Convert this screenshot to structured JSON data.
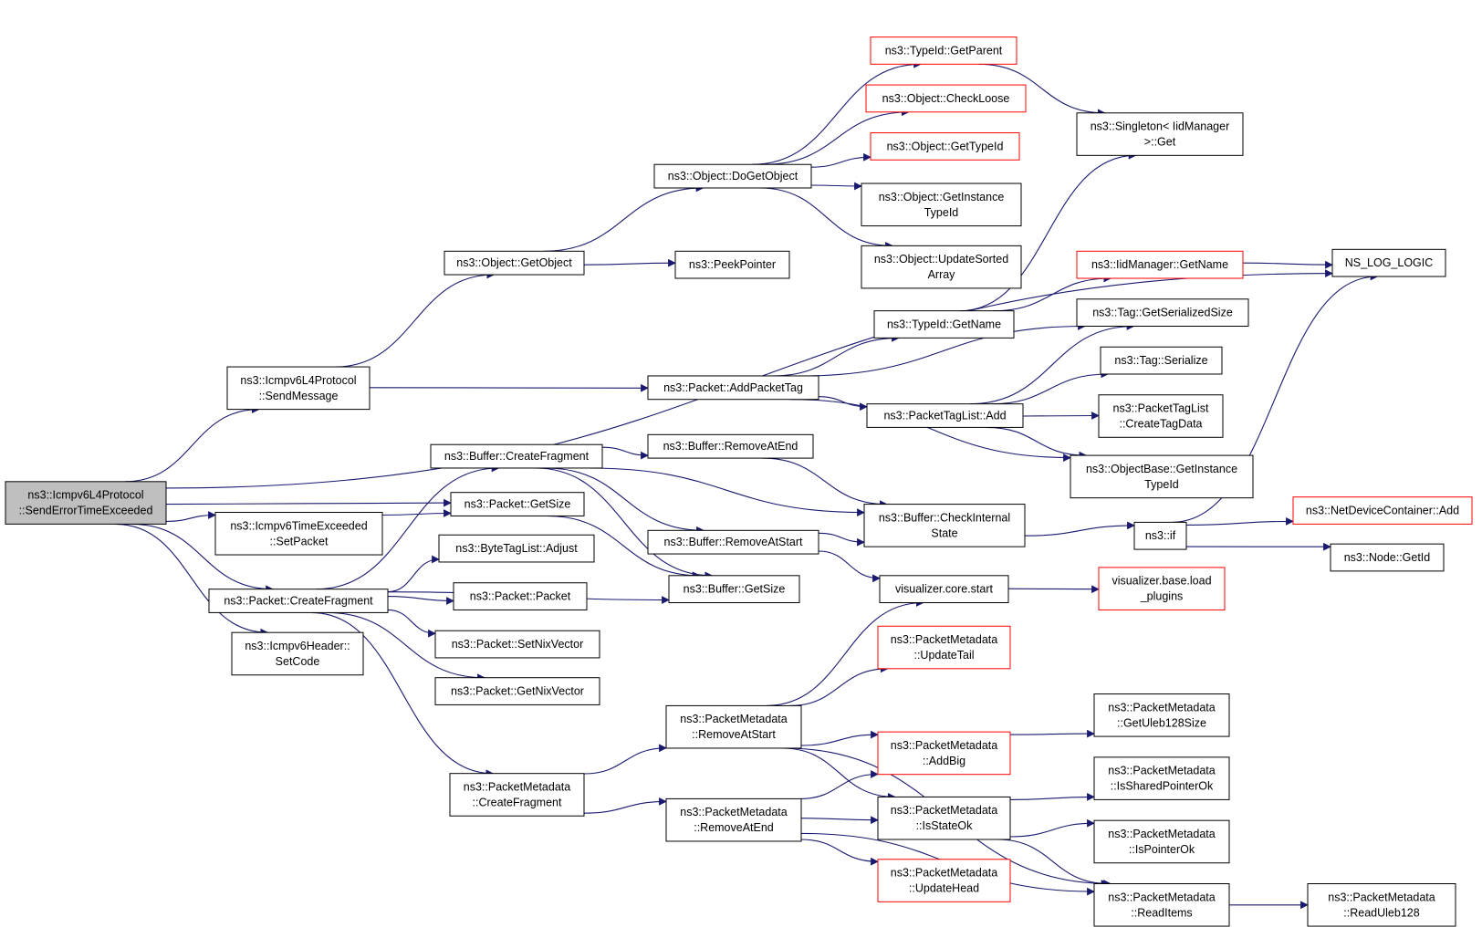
{
  "graph": {
    "colors": {
      "edge": "#191970",
      "node_border": "#000000",
      "external_border": "#ff0000",
      "root_fill": "#bfbfbf",
      "background": "#ffffff"
    },
    "nodes": [
      {
        "id": "root",
        "lines": [
          "ns3::Icmpv6L4Protocol",
          "::SendErrorTimeExceeded"
        ],
        "kind": "root"
      },
      {
        "id": "sendmsg",
        "lines": [
          "ns3::Icmpv6L4Protocol",
          "::SendMessage"
        ],
        "kind": "normal"
      },
      {
        "id": "tesetpkt",
        "lines": [
          "ns3::Icmpv6TimeExceeded",
          "::SetPacket"
        ],
        "kind": "normal"
      },
      {
        "id": "pktcf",
        "lines": [
          "ns3::Packet::CreateFragment"
        ],
        "kind": "normal"
      },
      {
        "id": "hdrsetcode",
        "lines": [
          "ns3::Icmpv6Header::",
          "SetCode"
        ],
        "kind": "normal"
      },
      {
        "id": "getobject",
        "lines": [
          "ns3::Object::GetObject"
        ],
        "kind": "normal"
      },
      {
        "id": "bufcf",
        "lines": [
          "ns3::Buffer::CreateFragment"
        ],
        "kind": "normal"
      },
      {
        "id": "pktgetsize",
        "lines": [
          "ns3::Packet::GetSize"
        ],
        "kind": "normal"
      },
      {
        "id": "btladjust",
        "lines": [
          "ns3::ByteTagList::Adjust"
        ],
        "kind": "normal"
      },
      {
        "id": "pktpacket",
        "lines": [
          "ns3::Packet::Packet"
        ],
        "kind": "normal"
      },
      {
        "id": "setnix",
        "lines": [
          "ns3::Packet::SetNixVector"
        ],
        "kind": "normal"
      },
      {
        "id": "getnix",
        "lines": [
          "ns3::Packet::GetNixVector"
        ],
        "kind": "normal"
      },
      {
        "id": "pmcf",
        "lines": [
          "ns3::PacketMetadata",
          "::CreateFragment"
        ],
        "kind": "normal"
      },
      {
        "id": "dogetobject",
        "lines": [
          "ns3::Object::DoGetObject"
        ],
        "kind": "normal"
      },
      {
        "id": "peekptr",
        "lines": [
          "ns3::PeekPointer"
        ],
        "kind": "normal"
      },
      {
        "id": "addpackettag",
        "lines": [
          "ns3::Packet::AddPacketTag"
        ],
        "kind": "normal"
      },
      {
        "id": "bufremend",
        "lines": [
          "ns3::Buffer::RemoveAtEnd"
        ],
        "kind": "normal"
      },
      {
        "id": "bufremstart",
        "lines": [
          "ns3::Buffer::RemoveAtStart"
        ],
        "kind": "normal"
      },
      {
        "id": "bufgetsize",
        "lines": [
          "ns3::Buffer::GetSize"
        ],
        "kind": "normal"
      },
      {
        "id": "pmremstart",
        "lines": [
          "ns3::PacketMetadata",
          "::RemoveAtStart"
        ],
        "kind": "normal"
      },
      {
        "id": "pmremend",
        "lines": [
          "ns3::PacketMetadata",
          "::RemoveAtEnd"
        ],
        "kind": "normal"
      },
      {
        "id": "tidgetparent",
        "lines": [
          "ns3::TypeId::GetParent"
        ],
        "kind": "external"
      },
      {
        "id": "checkloose",
        "lines": [
          "ns3::Object::CheckLoose"
        ],
        "kind": "external"
      },
      {
        "id": "objgettypeid",
        "lines": [
          "ns3::Object::GetTypeId"
        ],
        "kind": "external"
      },
      {
        "id": "objgetinsttid",
        "lines": [
          "ns3::Object::GetInstance",
          "TypeId"
        ],
        "kind": "normal"
      },
      {
        "id": "updsorted",
        "lines": [
          "ns3::Object::UpdateSorted",
          "Array"
        ],
        "kind": "normal"
      },
      {
        "id": "tidgetname",
        "lines": [
          "ns3::TypeId::GetName"
        ],
        "kind": "normal"
      },
      {
        "id": "ptladd",
        "lines": [
          "ns3::PacketTagList::Add"
        ],
        "kind": "normal"
      },
      {
        "id": "bufcheck",
        "lines": [
          "ns3::Buffer::CheckInternal",
          "State"
        ],
        "kind": "normal"
      },
      {
        "id": "viscore",
        "lines": [
          "visualizer.core.start"
        ],
        "kind": "normal"
      },
      {
        "id": "pmupdtail",
        "lines": [
          "ns3::PacketMetadata",
          "::UpdateTail"
        ],
        "kind": "external"
      },
      {
        "id": "pmaddbig",
        "lines": [
          "ns3::PacketMetadata",
          "::AddBig"
        ],
        "kind": "external"
      },
      {
        "id": "pmisstateok",
        "lines": [
          "ns3::PacketMetadata",
          "::IsStateOk"
        ],
        "kind": "normal"
      },
      {
        "id": "pmupdhead",
        "lines": [
          "ns3::PacketMetadata",
          "::UpdateHead"
        ],
        "kind": "external"
      },
      {
        "id": "singleton",
        "lines": [
          "ns3::Singleton< IidManager",
          ">::Get"
        ],
        "kind": "normal"
      },
      {
        "id": "iidgetname",
        "lines": [
          "ns3::IidManager::GetName"
        ],
        "kind": "external"
      },
      {
        "id": "taggetser",
        "lines": [
          "ns3::Tag::GetSerializedSize"
        ],
        "kind": "normal"
      },
      {
        "id": "tagser",
        "lines": [
          "ns3::Tag::Serialize"
        ],
        "kind": "normal"
      },
      {
        "id": "ptlcreate",
        "lines": [
          "ns3::PacketTagList",
          "::CreateTagData"
        ],
        "kind": "normal"
      },
      {
        "id": "objbasegetinst",
        "lines": [
          "ns3::ObjectBase::GetInstance",
          "TypeId"
        ],
        "kind": "normal"
      },
      {
        "id": "nsif",
        "lines": [
          "ns3::if"
        ],
        "kind": "normal"
      },
      {
        "id": "visload",
        "lines": [
          "visualizer.base.load",
          "_plugins"
        ],
        "kind": "external"
      },
      {
        "id": "pmgetuleb",
        "lines": [
          "ns3::PacketMetadata",
          "::GetUleb128Size"
        ],
        "kind": "normal"
      },
      {
        "id": "pmisshared",
        "lines": [
          "ns3::PacketMetadata",
          "::IsSharedPointerOk"
        ],
        "kind": "normal"
      },
      {
        "id": "pmisptr",
        "lines": [
          "ns3::PacketMetadata",
          "::IsPointerOk"
        ],
        "kind": "normal"
      },
      {
        "id": "pmreaditems",
        "lines": [
          "ns3::PacketMetadata",
          "::ReadItems"
        ],
        "kind": "normal"
      },
      {
        "id": "nslog",
        "lines": [
          "NS_LOG_LOGIC"
        ],
        "kind": "normal"
      },
      {
        "id": "ndcadd",
        "lines": [
          "ns3::NetDeviceContainer::Add"
        ],
        "kind": "external"
      },
      {
        "id": "nodegetid",
        "lines": [
          "ns3::Node::GetId"
        ],
        "kind": "normal"
      },
      {
        "id": "pmreaduleb",
        "lines": [
          "ns3::PacketMetadata",
          "::ReadUleb128"
        ],
        "kind": "normal"
      }
    ],
    "edges": [
      [
        "root",
        "nslog"
      ],
      [
        "root",
        "sendmsg"
      ],
      [
        "root",
        "pktgetsize"
      ],
      [
        "root",
        "tesetpkt"
      ],
      [
        "root",
        "pktcf"
      ],
      [
        "root",
        "hdrsetcode"
      ],
      [
        "sendmsg",
        "getobject"
      ],
      [
        "sendmsg",
        "addpackettag"
      ],
      [
        "tesetpkt",
        "pktgetsize"
      ],
      [
        "pktcf",
        "bufcf"
      ],
      [
        "pktcf",
        "btladjust"
      ],
      [
        "pktcf",
        "pktpacket"
      ],
      [
        "pktcf",
        "setnix"
      ],
      [
        "pktcf",
        "getnix"
      ],
      [
        "pktcf",
        "pmcf"
      ],
      [
        "pktcf",
        "bufgetsize"
      ],
      [
        "getobject",
        "dogetobject"
      ],
      [
        "getobject",
        "peekptr"
      ],
      [
        "dogetobject",
        "tidgetparent"
      ],
      [
        "dogetobject",
        "checkloose"
      ],
      [
        "dogetobject",
        "objgettypeid"
      ],
      [
        "dogetobject",
        "objgetinsttid"
      ],
      [
        "dogetobject",
        "updsorted"
      ],
      [
        "tidgetparent",
        "singleton"
      ],
      [
        "addpackettag",
        "tidgetname"
      ],
      [
        "addpackettag",
        "taggetser"
      ],
      [
        "addpackettag",
        "ptladd"
      ],
      [
        "addpackettag",
        "objbasegetinst"
      ],
      [
        "tidgetname",
        "singleton"
      ],
      [
        "tidgetname",
        "iidgetname"
      ],
      [
        "iidgetname",
        "nslog"
      ],
      [
        "ptladd",
        "taggetser"
      ],
      [
        "ptladd",
        "tagser"
      ],
      [
        "ptladd",
        "ptlcreate"
      ],
      [
        "ptladd",
        "objbasegetinst"
      ],
      [
        "bufcf",
        "bufremend"
      ],
      [
        "bufcf",
        "bufcheck"
      ],
      [
        "bufcf",
        "bufremstart"
      ],
      [
        "bufcf",
        "bufgetsize"
      ],
      [
        "bufremend",
        "bufcheck"
      ],
      [
        "bufremstart",
        "bufcheck"
      ],
      [
        "bufremstart",
        "viscore"
      ],
      [
        "pktgetsize",
        "bufgetsize"
      ],
      [
        "bufcheck",
        "nsif"
      ],
      [
        "nsif",
        "nslog"
      ],
      [
        "nsif",
        "ndcadd"
      ],
      [
        "nsif",
        "nodegetid"
      ],
      [
        "viscore",
        "visload"
      ],
      [
        "pmcf",
        "pmremstart"
      ],
      [
        "pmcf",
        "pmremend"
      ],
      [
        "pmremstart",
        "viscore"
      ],
      [
        "pmremstart",
        "pmupdtail"
      ],
      [
        "pmremstart",
        "pmaddbig"
      ],
      [
        "pmremstart",
        "pmisstateok"
      ],
      [
        "pmremstart",
        "pmreaditems"
      ],
      [
        "pmremend",
        "pmaddbig"
      ],
      [
        "pmremend",
        "pmisstateok"
      ],
      [
        "pmremend",
        "pmupdhead"
      ],
      [
        "pmremend",
        "pmreaditems"
      ],
      [
        "pmaddbig",
        "pmgetuleb"
      ],
      [
        "pmisstateok",
        "pmisshared"
      ],
      [
        "pmisstateok",
        "pmisptr"
      ],
      [
        "pmisstateok",
        "pmreaditems"
      ],
      [
        "pmreaditems",
        "pmreaduleb"
      ]
    ]
  }
}
